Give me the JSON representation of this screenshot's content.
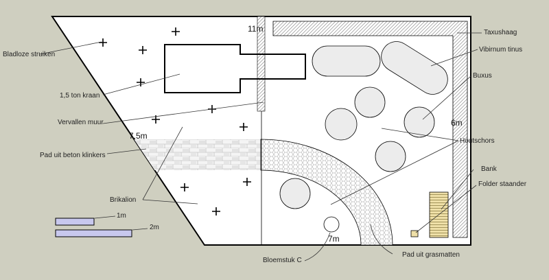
{
  "labels": {
    "bladloze_struiken": "Bladloze struiken",
    "kraan": "1,5 ton kraan",
    "vervallen_muur": "Vervallen muur",
    "pad_beton": "Pad uit beton klinkers",
    "brikalion": "Brikalion",
    "scale_1m": "1m",
    "scale_2m": "2m",
    "taxushaag": "Taxushaag",
    "viburnum": "Vibirnum tinus",
    "buxus": "Buxus",
    "houtschors": "Houtschors",
    "bank": "Bank",
    "folder_staander": "Folder staander",
    "pad_grasmatten": "Pad uit grasmatten",
    "bloemstuk": "Bloemstuk C"
  },
  "dimensions": {
    "d11": "11m",
    "d6": "6m",
    "d75": "7,5m",
    "d7": "7m"
  },
  "colors": {
    "background": "#cfcfc0",
    "plot": "#ffffff",
    "scale_bar": "#c8c8ee",
    "bench": "#efe0a8",
    "outline": "#000000"
  }
}
